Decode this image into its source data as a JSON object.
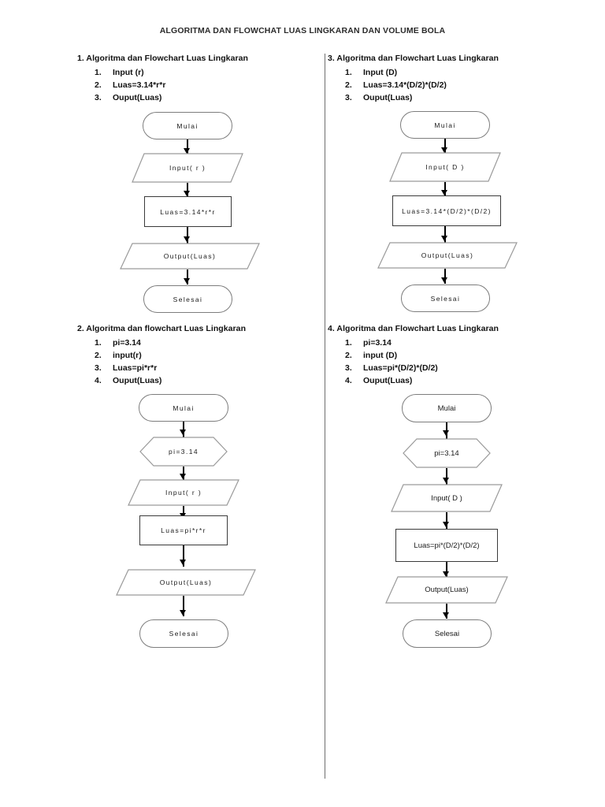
{
  "document": {
    "title": "ALGORITMA DAN FLOWCHAT LUAS LINGKARAN DAN VOLUME BOLA"
  },
  "colors": {
    "text": "#111111",
    "terminator_border": "#7d7d7d",
    "process_border": "#3a3a3a",
    "io_border": "#9a9a9a",
    "connector": "#000000",
    "divider": "#6e6e6e",
    "page_background": "#ffffff"
  },
  "sections": [
    {
      "id": "section-1",
      "heading": "1. Algoritma dan Flowchart Luas Lingkaran",
      "steps": [
        {
          "num": "1.",
          "text": "Input (r)"
        },
        {
          "num": "2.",
          "text": "Luas=3.14*r*r"
        },
        {
          "num": "3.",
          "text": "Ouput(Luas)"
        }
      ],
      "flowchart": {
        "nodes": [
          {
            "shape": "terminator",
            "label": "Mulai"
          },
          {
            "shape": "io",
            "label": "Input( r )"
          },
          {
            "shape": "process",
            "label": "Luas=3.14*r*r"
          },
          {
            "shape": "io",
            "label": "Output(Luas)"
          },
          {
            "shape": "terminator",
            "label": "Selesai"
          }
        ]
      }
    },
    {
      "id": "section-2",
      "heading": "2. Algoritma dan flowchart Luas Lingkaran",
      "steps": [
        {
          "num": "1.",
          "text": "pi=3.14"
        },
        {
          "num": "2.",
          "text": "input(r)"
        },
        {
          "num": "3.",
          "text": "Luas=pi*r*r"
        },
        {
          "num": "4.",
          "text": "Ouput(Luas)"
        }
      ],
      "flowchart": {
        "nodes": [
          {
            "shape": "terminator",
            "label": "Mulai"
          },
          {
            "shape": "preparation",
            "label": "pi=3.14"
          },
          {
            "shape": "io",
            "label": "Input( r )"
          },
          {
            "shape": "process",
            "label": "Luas=pi*r*r"
          },
          {
            "shape": "io",
            "label": "Output(Luas)"
          },
          {
            "shape": "terminator",
            "label": "Selesai"
          }
        ]
      }
    },
    {
      "id": "section-3",
      "heading": "3. Algoritma dan Flowchart Luas Lingkaran",
      "steps": [
        {
          "num": "1.",
          "text": "Input (D)"
        },
        {
          "num": "2.",
          "text": "Luas=3.14*(D/2)*(D/2)"
        },
        {
          "num": "3.",
          "text": "Ouput(Luas)"
        }
      ],
      "flowchart": {
        "nodes": [
          {
            "shape": "terminator",
            "label": "Mulai"
          },
          {
            "shape": "io",
            "label": "Input( D )"
          },
          {
            "shape": "process",
            "label": "Luas=3.14*(D/2)*(D/2)"
          },
          {
            "shape": "io",
            "label": "Output(Luas)"
          },
          {
            "shape": "terminator",
            "label": "Selesai"
          }
        ]
      }
    },
    {
      "id": "section-4",
      "heading": "4. Algoritma dan Flowchart Luas Lingkaran",
      "steps": [
        {
          "num": "1.",
          "text": "pi=3.14"
        },
        {
          "num": "2.",
          "text": "input (D)"
        },
        {
          "num": "3.",
          "text": "Luas=pi*(D/2)*(D/2)"
        },
        {
          "num": "4.",
          "text": "Ouput(Luas)"
        }
      ],
      "flowchart": {
        "nodes": [
          {
            "shape": "terminator",
            "label": "Mulai"
          },
          {
            "shape": "preparation",
            "label": "pi=3.14"
          },
          {
            "shape": "io",
            "label": "Input( D )"
          },
          {
            "shape": "process",
            "label": "Luas=pi*(D/2)*(D/2)"
          },
          {
            "shape": "io",
            "label": "Output(Luas)"
          },
          {
            "shape": "terminator",
            "label": "Selesai"
          }
        ]
      }
    }
  ]
}
